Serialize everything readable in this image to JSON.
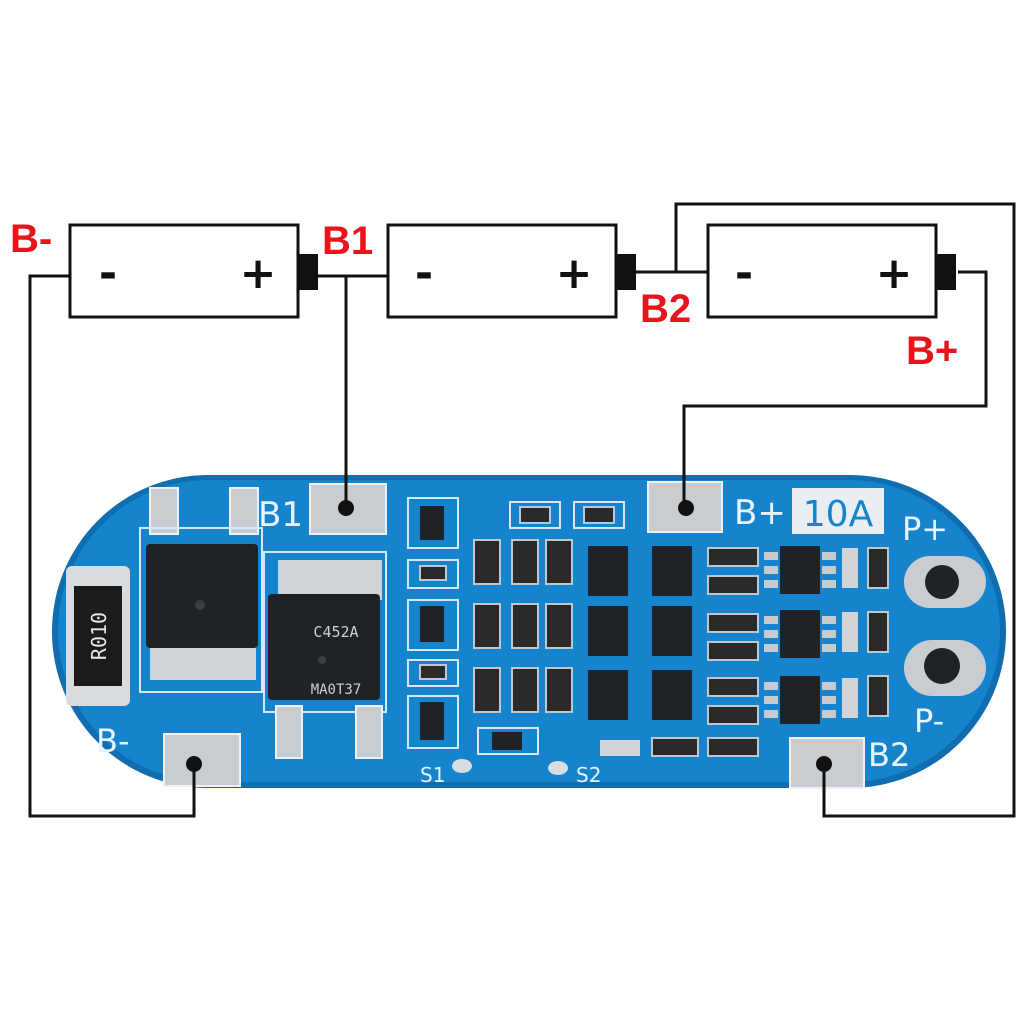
{
  "colors": {
    "label_red": "#e8141c",
    "pcb_blue": "#1684cc",
    "pcb_edge": "#0f6db0",
    "wire": "#111111"
  },
  "nodes": {
    "b_minus": "B-",
    "b1": "B1",
    "b2": "B2",
    "b_plus": "B+"
  },
  "cells": [
    {
      "minus": "-",
      "plus": "+"
    },
    {
      "minus": "-",
      "plus": "+"
    },
    {
      "minus": "-",
      "plus": "+"
    }
  ],
  "board": {
    "pad_b1": "B1",
    "pad_bplus": "B+",
    "rating": "10A",
    "p_plus": "P+",
    "p_minus": "P-",
    "pad_bminus": "B-",
    "pad_b2": "B2",
    "switch_s1": "S1",
    "switch_s2": "S2",
    "shunt_mark": "R010",
    "mosfet_mark_1": "C452A",
    "mosfet_mark_2": "MA0T37"
  }
}
